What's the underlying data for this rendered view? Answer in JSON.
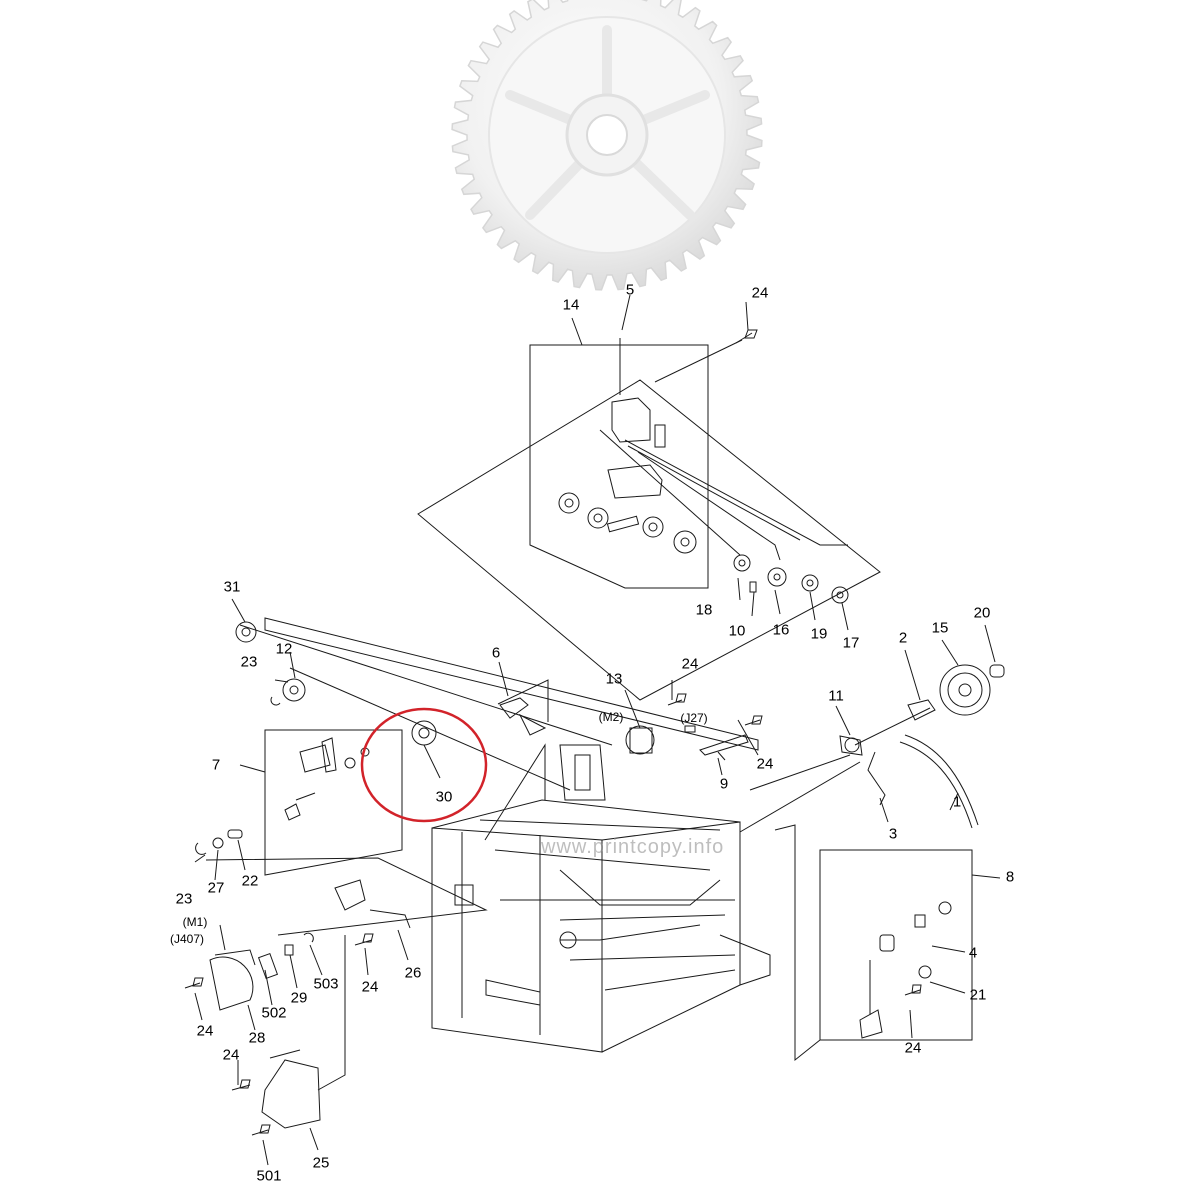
{
  "diagram": {
    "watermark": "www.printcopy.info",
    "highlight_color": "#d2232a",
    "callouts": [
      {
        "id": "c14",
        "text": "14"
      },
      {
        "id": "c5",
        "text": "5"
      },
      {
        "id": "c24a",
        "text": "24"
      },
      {
        "id": "c18",
        "text": "18"
      },
      {
        "id": "c10",
        "text": "10"
      },
      {
        "id": "c16",
        "text": "16"
      },
      {
        "id": "c19",
        "text": "19"
      },
      {
        "id": "c17",
        "text": "17"
      },
      {
        "id": "c31",
        "text": "31"
      },
      {
        "id": "c12",
        "text": "12"
      },
      {
        "id": "c23a",
        "text": "23"
      },
      {
        "id": "c6",
        "text": "6"
      },
      {
        "id": "c13",
        "text": "13"
      },
      {
        "id": "c24b",
        "text": "24"
      },
      {
        "id": "cM2",
        "text": "(M2)"
      },
      {
        "id": "cJ27",
        "text": "(J27)"
      },
      {
        "id": "c9",
        "text": "9"
      },
      {
        "id": "c24c",
        "text": "24"
      },
      {
        "id": "c2",
        "text": "2"
      },
      {
        "id": "c15",
        "text": "15"
      },
      {
        "id": "c20",
        "text": "20"
      },
      {
        "id": "c11",
        "text": "11"
      },
      {
        "id": "c1",
        "text": "1"
      },
      {
        "id": "c3",
        "text": "3"
      },
      {
        "id": "c7",
        "text": "7"
      },
      {
        "id": "c30",
        "text": "30"
      },
      {
        "id": "c23b",
        "text": "23"
      },
      {
        "id": "c27",
        "text": "27"
      },
      {
        "id": "c22",
        "text": "22"
      },
      {
        "id": "c8",
        "text": "8"
      },
      {
        "id": "c4",
        "text": "4"
      },
      {
        "id": "c21",
        "text": "21"
      },
      {
        "id": "c24d",
        "text": "24"
      },
      {
        "id": "cM1",
        "text": "(M1)"
      },
      {
        "id": "cJ407",
        "text": "(J407)"
      },
      {
        "id": "c29",
        "text": "29"
      },
      {
        "id": "c503",
        "text": "503"
      },
      {
        "id": "c24e",
        "text": "24"
      },
      {
        "id": "c26",
        "text": "26"
      },
      {
        "id": "c24f",
        "text": "24"
      },
      {
        "id": "c502",
        "text": "502"
      },
      {
        "id": "c28",
        "text": "28"
      },
      {
        "id": "c24g",
        "text": "24"
      },
      {
        "id": "c25",
        "text": "25"
      },
      {
        "id": "c501",
        "text": "501"
      }
    ]
  }
}
